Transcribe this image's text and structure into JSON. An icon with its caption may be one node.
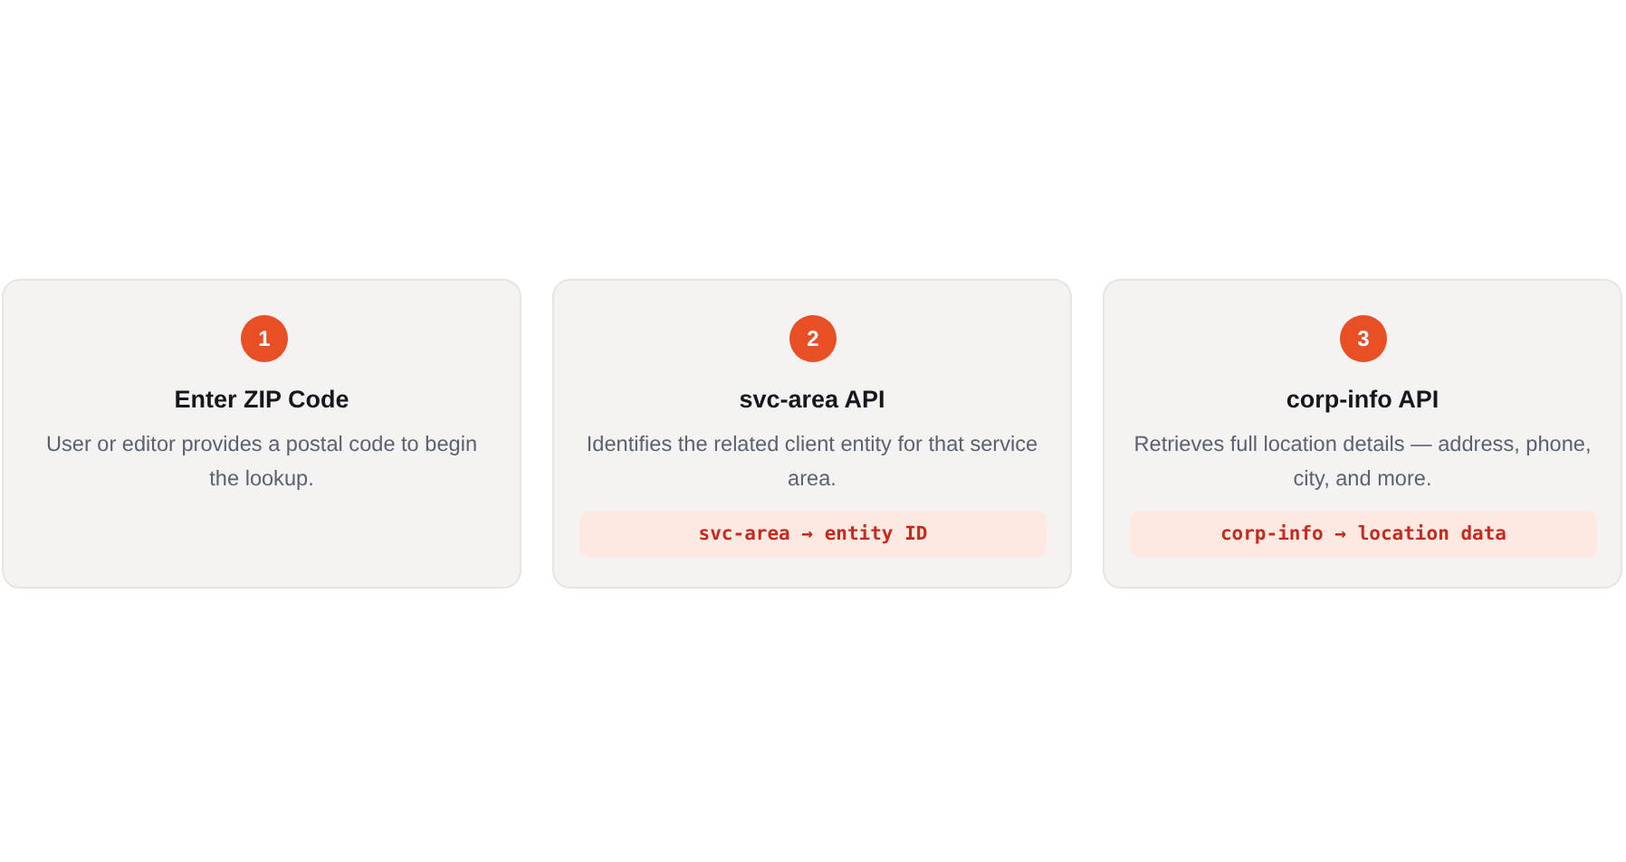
{
  "diagram": {
    "nodes": [
      {
        "text": [
          "Enter ZIP Code",
          "User or editor provides a postal code to begin the lookup."
        ]
      },
      {
        "text": [
          "1"
        ],
        "in": 0
      },
      {
        "text": [
          "svc-area API",
          "Identifies the related client entity for that service area."
        ]
      },
      {
        "text": [
          "2"
        ],
        "in": 2
      },
      {
        "text": [
          "svc-area → entity ID"
        ],
        "in": 2
      },
      {
        "text": [
          "corp-info API",
          "Retrieves full location details — address, phone, city, and more."
        ]
      },
      {
        "text": [
          "3"
        ],
        "in": 5
      },
      {
        "text": [
          "corp-info → location data"
        ],
        "in": 5
      }
    ]
  }
}
